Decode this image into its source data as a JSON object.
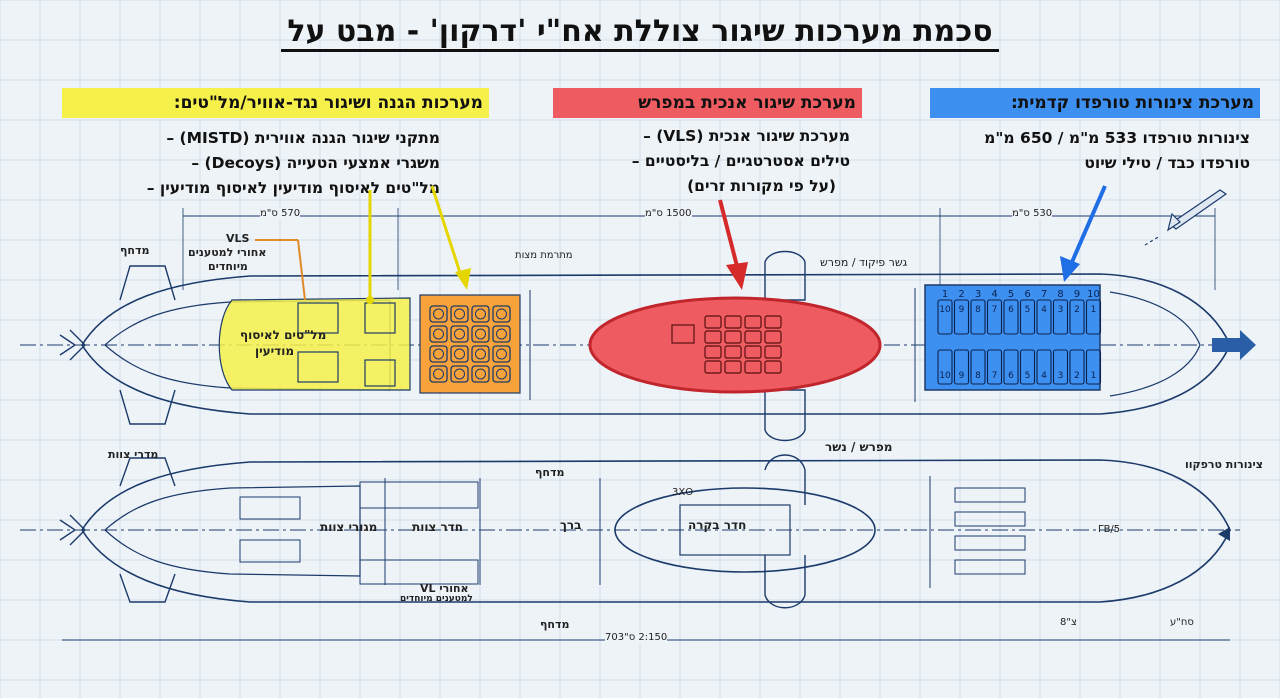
{
  "title": "סכמת מערכות שיגור צוללת אח\"י 'דרקון' - מבט על",
  "colors": {
    "yellow": "#f6f04a",
    "orange": "#f7a23a",
    "red": "#ee5b60",
    "blue": "#3d8ff0",
    "line": "#1c3b6b",
    "bg": "#eef3f8"
  },
  "headers": {
    "air_defense": "מערכות הגנה ושיגור נגד-אוויר/מל\"טים:",
    "mast": "מערכת שיגור אנכית במפרש",
    "torpedo": "מערכת צינורות טורפדו קדמית:"
  },
  "bullets": {
    "air_defense": [
      "מתקני שיגור הגנה אווירית (MISTD) –",
      "משגרי אמצעי הטעייה (Decoys) –",
      "מל\"טים לאיסוף מודיעין לאיסוף מודיעין –"
    ],
    "mast": [
      "מערכת שיגור אנכית (VLS) –",
      "טילים אסטרטגיים / בליסטיים –",
      "(על פי מקורות זרים)"
    ],
    "torpedo": [
      "צינורות טורפדו 533 מ\"מ / 650 מ\"מ",
      "טורפדו כבד / טילי שיוט"
    ]
  },
  "dims": {
    "d1": "570 ס\"מ",
    "d2": "1500 ס\"מ",
    "d3": "530 ס\"מ",
    "total": "2:150 ס\"703"
  },
  "labels_top": {
    "rudder": "מדחף",
    "vls_aft": "VLS",
    "vls_aft_sub": "אחורי למטענים",
    "vls_aft_sub2": "מיוחדים",
    "uav": "מל\"טים לאיסוף",
    "uav2": "מודיעין",
    "sail_bridge": "גשר פיקוד / מפרש",
    "hatch": "מתרמת מצות",
    "tubes": [
      "1",
      "2",
      "3",
      "4",
      "5",
      "6",
      "7",
      "8",
      "9",
      "10"
    ]
  },
  "labels_bottom": {
    "rudder": "מדרי צוות",
    "propeller": "מדחף",
    "crew_quarters": "מגורי צוות",
    "crew_room": "חדר צוות",
    "vl_aft": "אחורי VL",
    "vl_aft2": "למטענים מיוחדים",
    "stairs": "ברך",
    "control_room": "חדר בקרה",
    "sail_bridge": "מפרש / נשר",
    "torpedo_tubes": "צינורות טרפקוו",
    "propeller2": "מדחף",
    "mark1": "3ΧΟ",
    "mark2": "ΓΒ/5",
    "mark3": "צ\"8",
    "mark4": "סח\"ע"
  }
}
